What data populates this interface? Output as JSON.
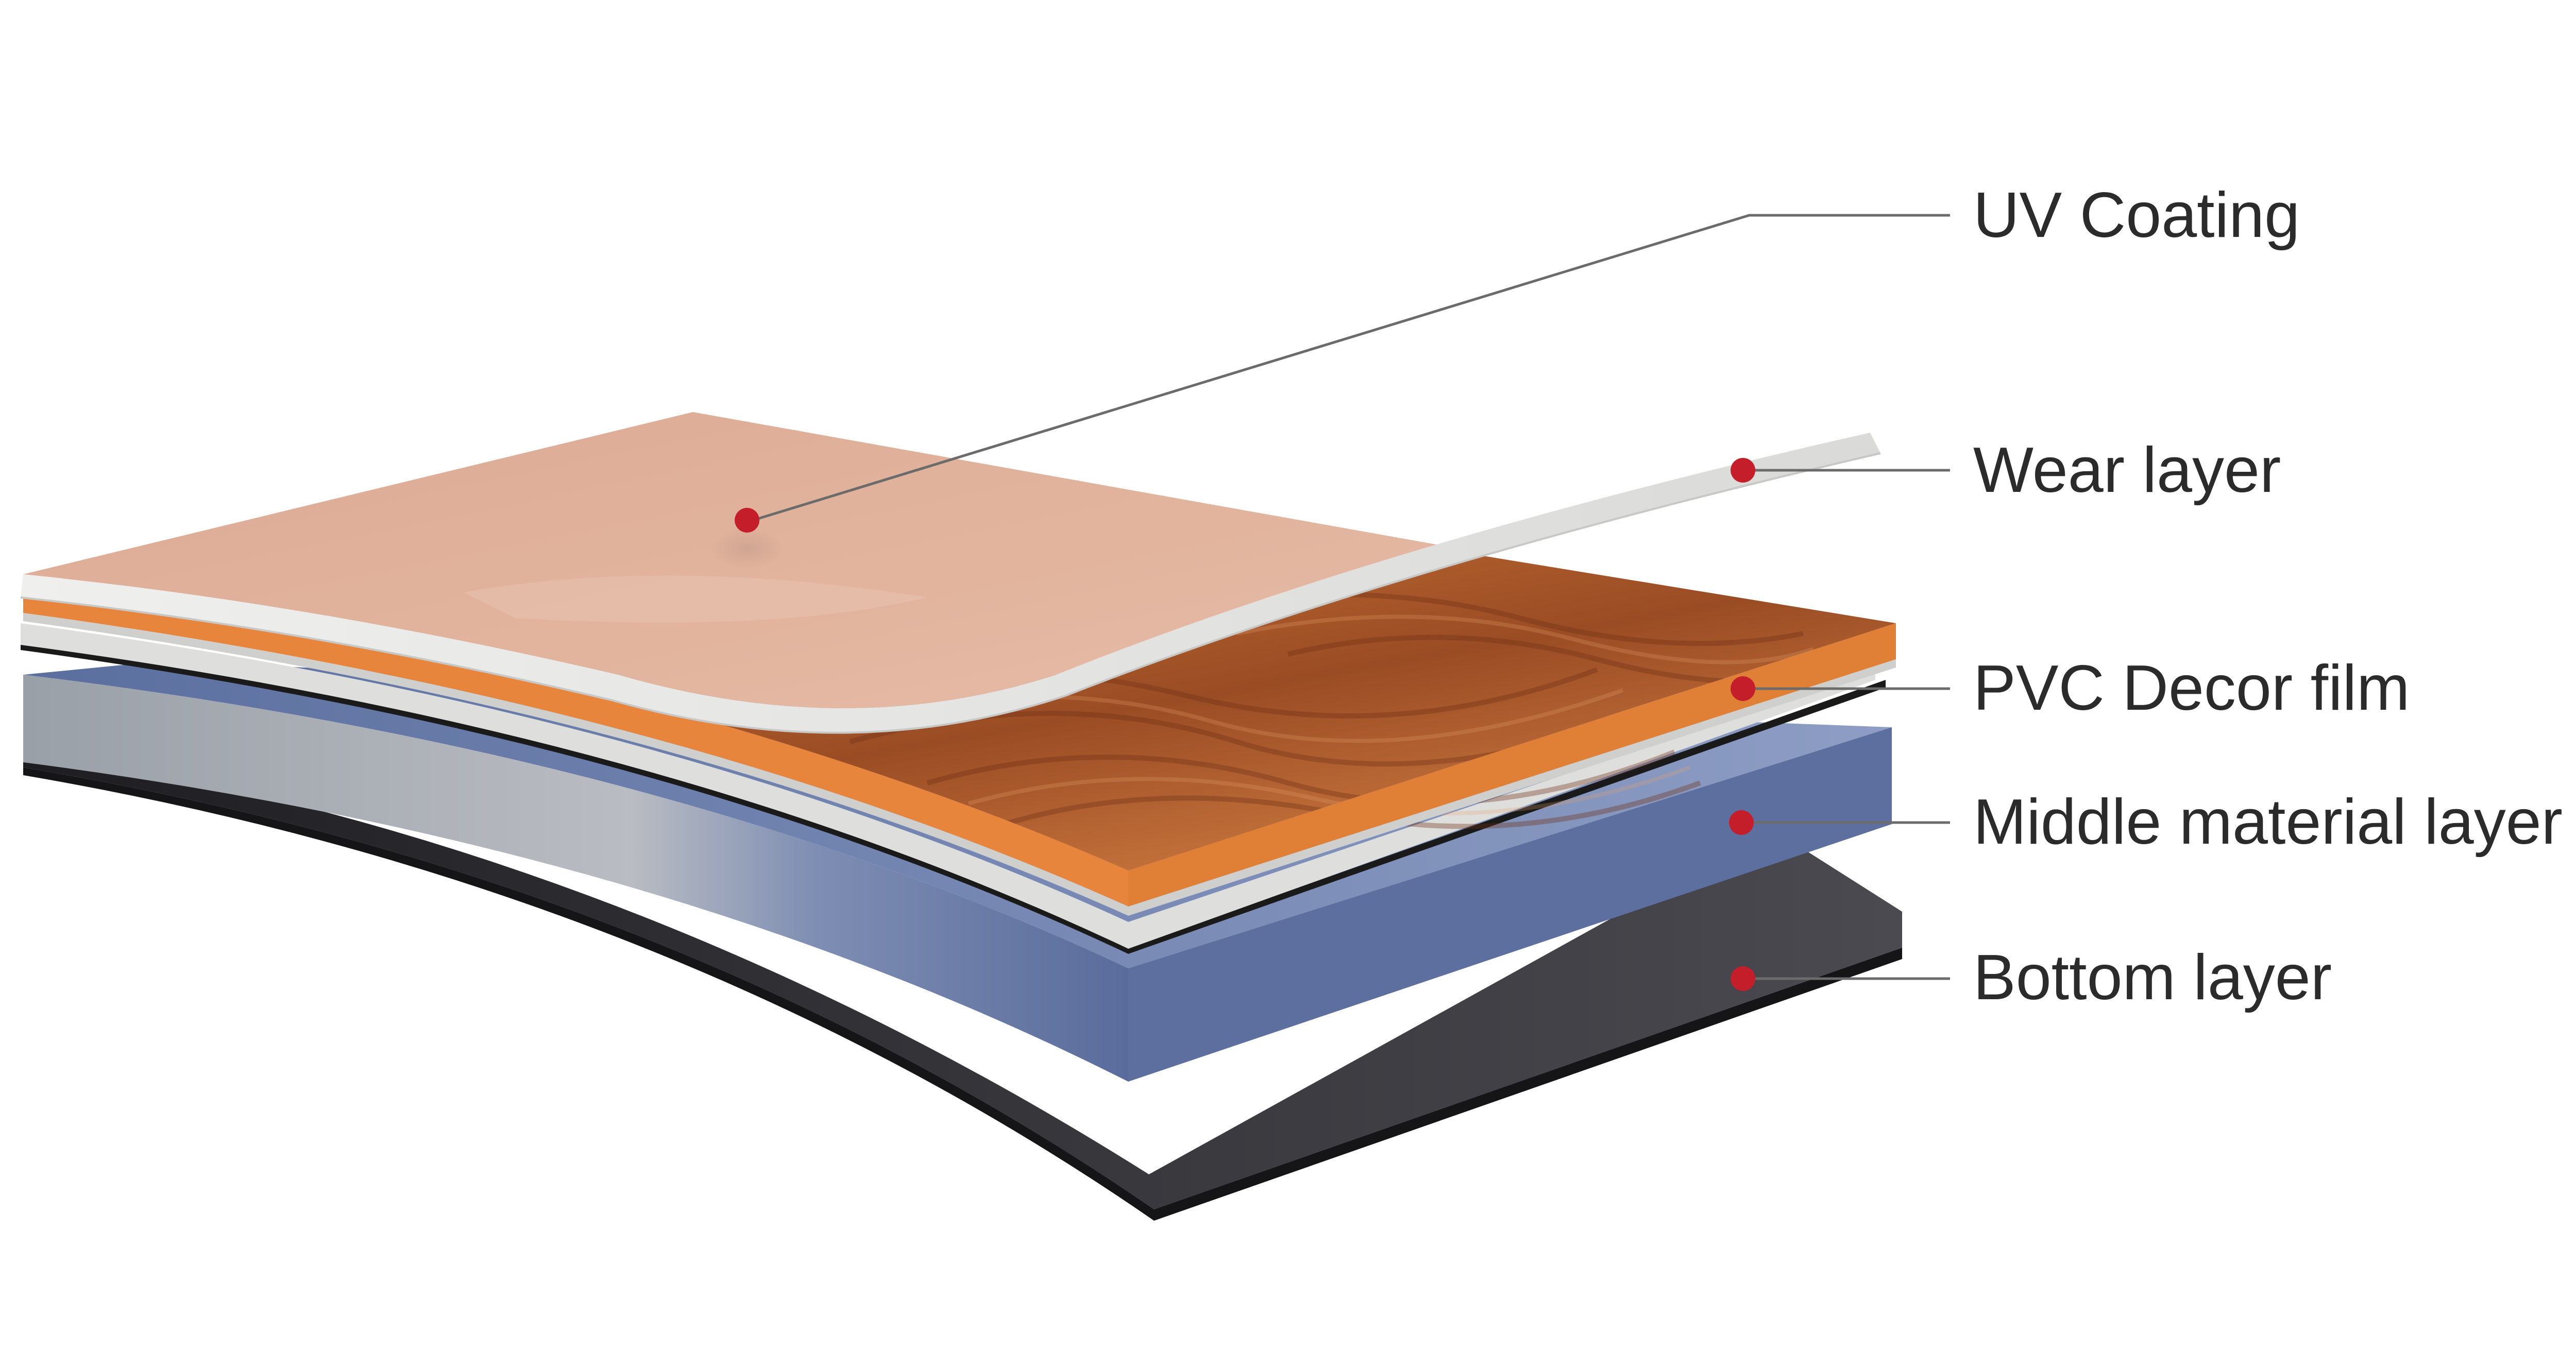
{
  "diagram": {
    "labels": [
      {
        "key": "uv",
        "text": "UV Coating"
      },
      {
        "key": "wear",
        "text": "Wear layer"
      },
      {
        "key": "decor",
        "text": "PVC Decor film"
      },
      {
        "key": "middle",
        "text": "Middle material layer"
      },
      {
        "key": "bottom",
        "text": "Bottom layer"
      }
    ]
  },
  "colors": {
    "background": "#ffffff",
    "uv_coating": "#d9a690",
    "wear_layer": "#e3e3e1",
    "decor_film_edge": "#e8853c",
    "wood_grain": "#a4542a",
    "middle_layer_side": "#5d6f9e",
    "middle_layer_top": "#8f9fc2",
    "bottom_layer": "#3a3a3e",
    "marker_dot": "#c41e2a",
    "leader_line": "#6b6b6b"
  }
}
